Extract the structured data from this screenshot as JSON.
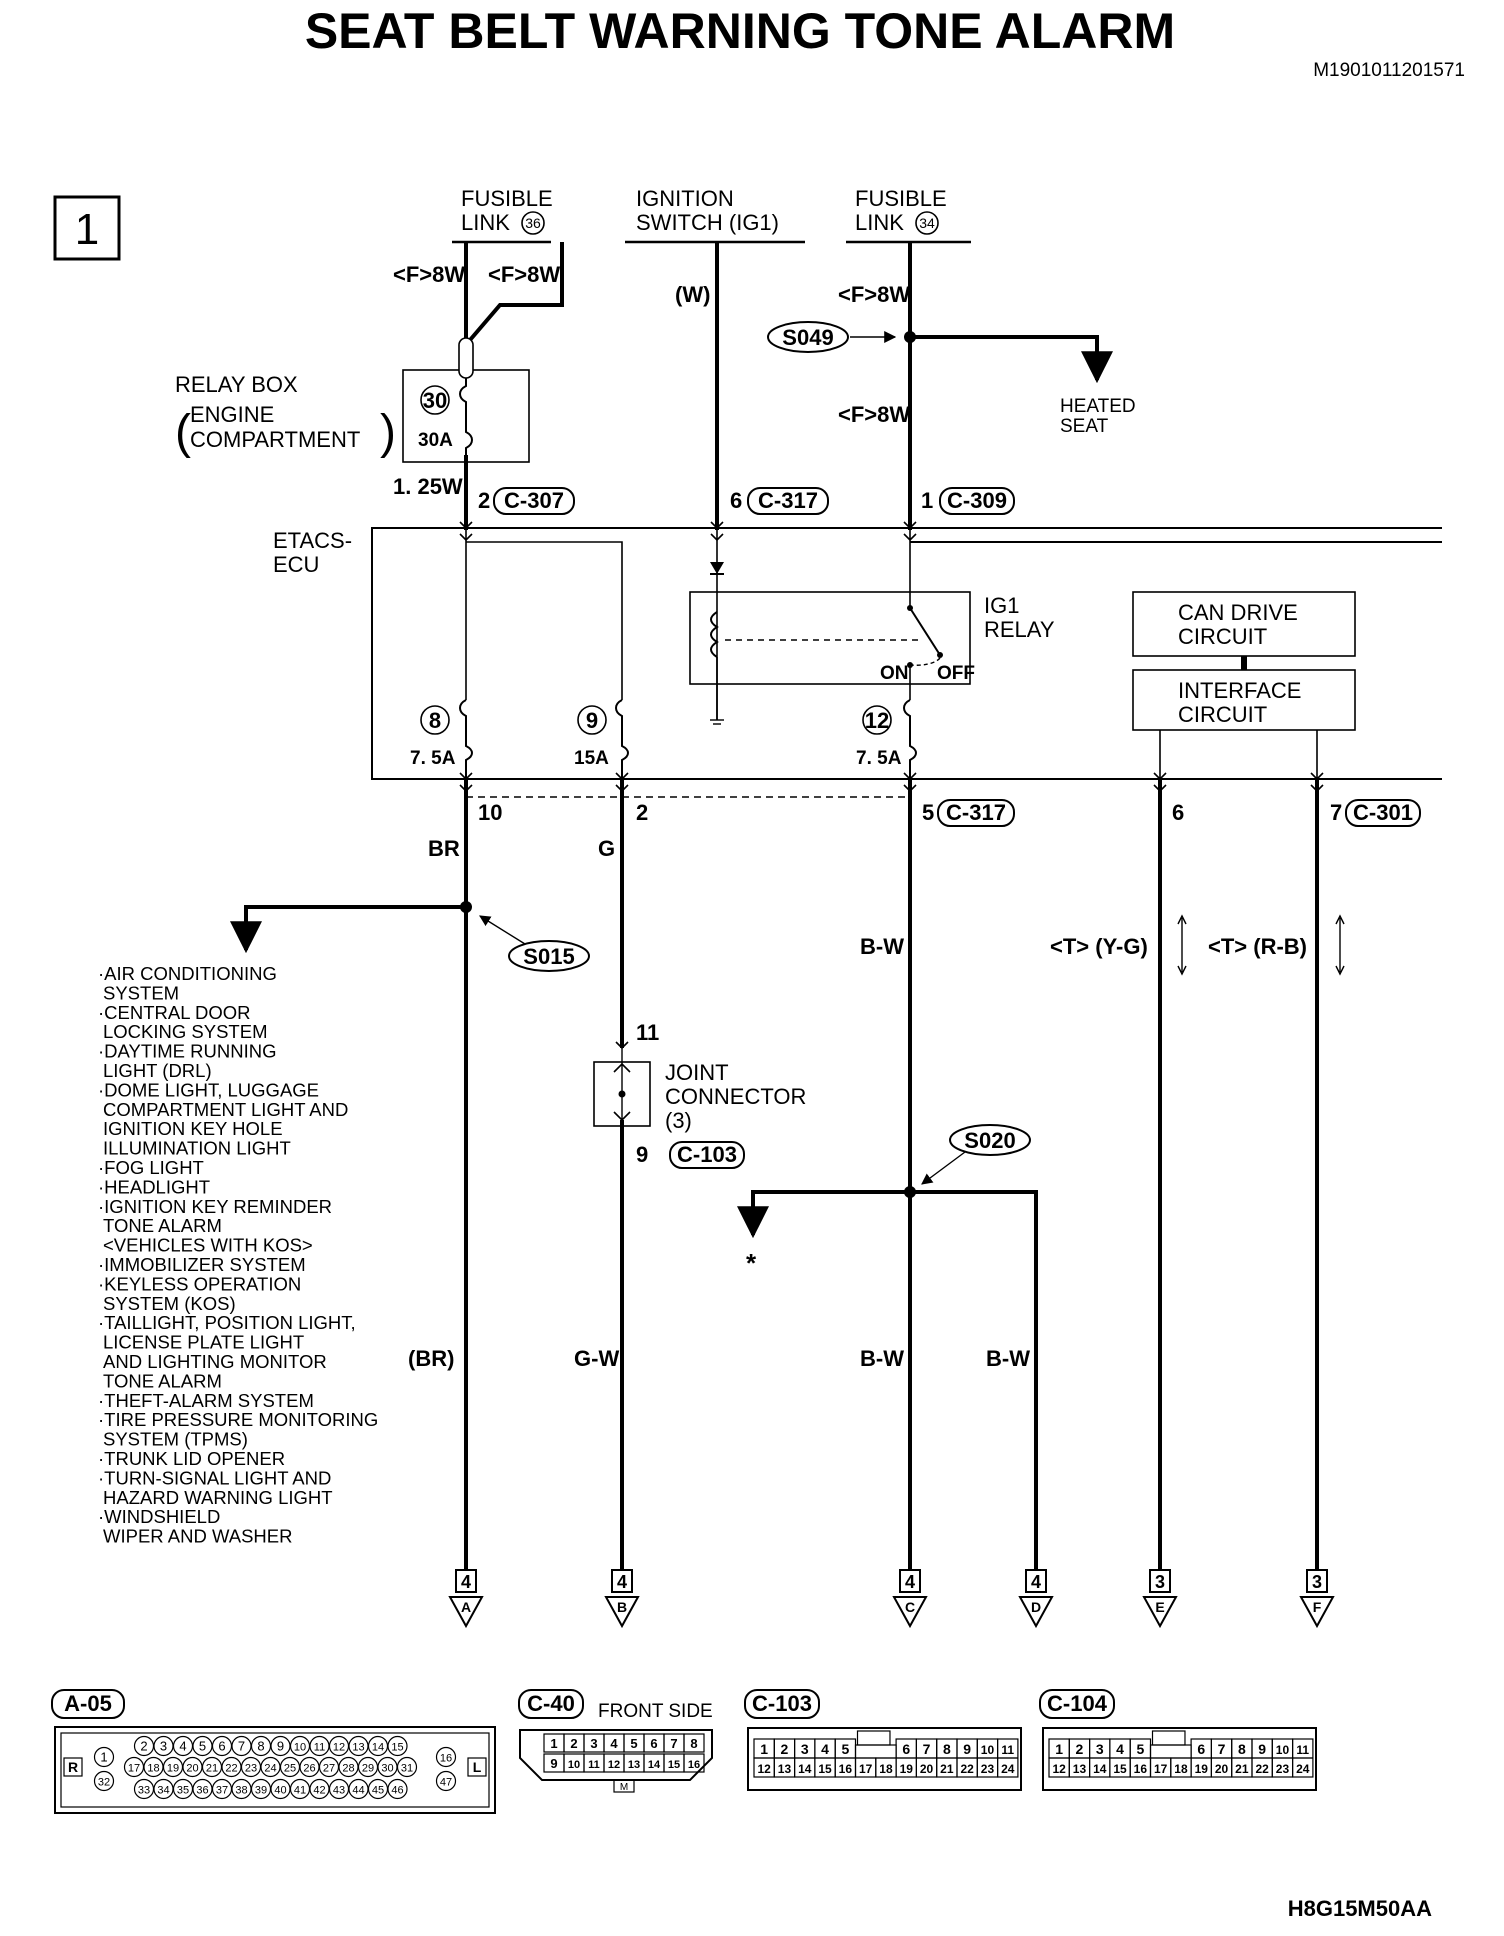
{
  "title": "SEAT BELT WARNING TONE ALARM",
  "doc_id": "M1901011201571",
  "page_number": "1",
  "footer_code": "H8G15M50AA",
  "sources": {
    "fusible36": [
      "FUSIBLE",
      "LINK",
      "36"
    ],
    "ignition": [
      "IGNITION",
      "SWITCH (IG1)"
    ],
    "fusible34": [
      "FUSIBLE",
      "LINK",
      "34"
    ]
  },
  "wire_labels": {
    "f8w_a": "<F>8W",
    "f8w_b": "<F>8W",
    "w": "(W)",
    "f8w_c": "<F>8W",
    "f8w_d": "<F>8W",
    "w125": "1. 25W",
    "br": "BR",
    "g": "G",
    "bw1": "B-W",
    "yg": "<T> (Y-G)",
    "rb": "<T> (R-B)",
    "br2": "(BR)",
    "gw": "G-W",
    "bw2": "B-W",
    "bw3": "B-W"
  },
  "splices": {
    "s049": "S049",
    "s015": "S015",
    "s020": "S020"
  },
  "heated_seat": [
    "HEATED",
    "SEAT"
  ],
  "relay_box": [
    "RELAY BOX",
    "ENGINE",
    "COMPARTMENT"
  ],
  "fuse30": {
    "num": "30",
    "amp": "30A"
  },
  "etacs": [
    "ETACS-",
    "ECU"
  ],
  "pins_top": [
    {
      "pin": "2",
      "conn": "C-307"
    },
    {
      "pin": "6",
      "conn": "C-317"
    },
    {
      "pin": "1",
      "conn": "C-309"
    }
  ],
  "ig1_relay": [
    "IG1",
    "RELAY"
  ],
  "relay_on": "ON",
  "relay_off": "OFF",
  "can_drive": [
    "CAN DRIVE",
    "CIRCUIT"
  ],
  "interface": [
    "INTERFACE",
    "CIRCUIT"
  ],
  "fuses_internal": [
    {
      "num": "8",
      "amp": "7. 5A"
    },
    {
      "num": "9",
      "amp": "15A"
    },
    {
      "num": "12",
      "amp": "7. 5A"
    }
  ],
  "pins_bottom": {
    "p10": "10",
    "p2": "2",
    "p5": "5",
    "c317": "C-317",
    "p6": "6",
    "p7": "7",
    "c301": "C-301"
  },
  "systems_list": [
    "·AIR CONDITIONING",
    " SYSTEM",
    "·CENTRAL DOOR",
    " LOCKING SYSTEM",
    "·DAYTIME RUNNING",
    " LIGHT (DRL)",
    "·DOME LIGHT, LUGGAGE",
    " COMPARTMENT LIGHT AND",
    " IGNITION KEY HOLE",
    " ILLUMINATION LIGHT",
    "·FOG LIGHT",
    "·HEADLIGHT",
    "·IGNITION KEY REMINDER",
    " TONE ALARM",
    " <VEHICLES WITH KOS>",
    "·IMMOBILIZER SYSTEM",
    "·KEYLESS OPERATION",
    " SYSTEM (KOS)",
    "·TAILLIGHT, POSITION LIGHT,",
    " LICENSE PLATE LIGHT",
    " AND LIGHTING MONITOR",
    " TONE ALARM",
    "·THEFT-ALARM SYSTEM",
    "·TIRE PRESSURE MONITORING",
    " SYSTEM (TPMS)",
    "·TRUNK LID OPENER",
    "·TURN-SIGNAL LIGHT AND",
    " HAZARD WARNING LIGHT",
    "·WINDSHIELD",
    " WIPER AND WASHER"
  ],
  "joint_connector": {
    "pin_in": "11",
    "label": [
      "JOINT",
      "CONNECTOR",
      "(3)"
    ],
    "pin_out": "9",
    "conn": "C-103"
  },
  "asterisk": "*",
  "page_refs": [
    {
      "page": "4",
      "letter": "A"
    },
    {
      "page": "4",
      "letter": "B"
    },
    {
      "page": "4",
      "letter": "C"
    },
    {
      "page": "4",
      "letter": "D"
    },
    {
      "page": "3",
      "letter": "E"
    },
    {
      "page": "3",
      "letter": "F"
    }
  ],
  "connectors": {
    "a05": {
      "label": "A-05",
      "side_left": "R",
      "side_right": "L",
      "row1": [
        "2",
        "3",
        "4",
        "5",
        "6",
        "7",
        "8",
        "9",
        "10",
        "11",
        "12",
        "13",
        "14",
        "15"
      ],
      "row2": [
        "17",
        "18",
        "19",
        "20",
        "21",
        "22",
        "23",
        "24",
        "25",
        "26",
        "27",
        "28",
        "29",
        "30",
        "31"
      ],
      "row3": [
        "33",
        "34",
        "35",
        "36",
        "37",
        "38",
        "39",
        "40",
        "41",
        "42",
        "43",
        "44",
        "45",
        "46"
      ],
      "left_top": "1",
      "left_bot": "32",
      "right_top": "16",
      "right_bot": "47"
    },
    "c40": {
      "label": "C-40",
      "note": "FRONT SIDE",
      "row1": [
        "1",
        "2",
        "3",
        "4",
        "5",
        "6",
        "7",
        "8"
      ],
      "row2": [
        "9",
        "10",
        "11",
        "12",
        "13",
        "14",
        "15",
        "16"
      ],
      "key": "M"
    },
    "c103": {
      "label": "C-103",
      "row1a": [
        "1",
        "2",
        "3",
        "4",
        "5"
      ],
      "row1b": [
        "6",
        "7",
        "8",
        "9",
        "10",
        "11"
      ],
      "row2": [
        "12",
        "13",
        "14",
        "15",
        "16",
        "17",
        "18",
        "19",
        "20",
        "21",
        "22",
        "23",
        "24"
      ]
    },
    "c104": {
      "label": "C-104",
      "row1a": [
        "1",
        "2",
        "3",
        "4",
        "5"
      ],
      "row1b": [
        "6",
        "7",
        "8",
        "9",
        "10",
        "11"
      ],
      "row2": [
        "12",
        "13",
        "14",
        "15",
        "16",
        "17",
        "18",
        "19",
        "20",
        "21",
        "22",
        "23",
        "24"
      ]
    }
  }
}
